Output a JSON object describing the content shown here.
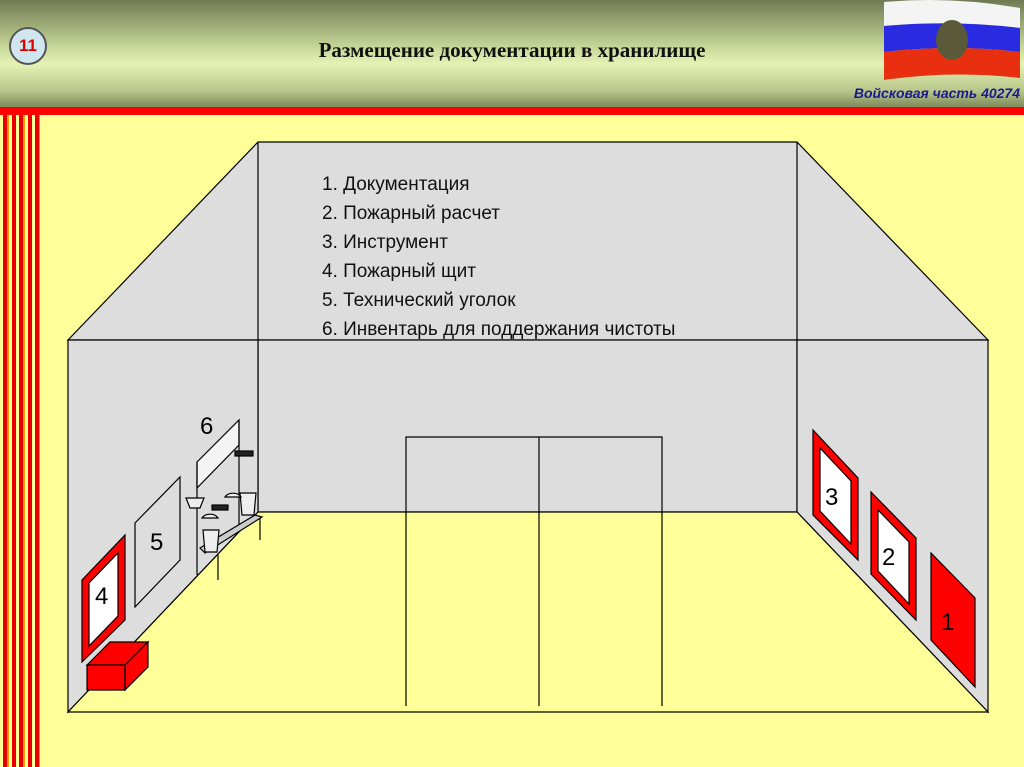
{
  "slide_number": "11",
  "title": "Размещение документации в хранилище",
  "unit": "Войсковая часть 40274",
  "legend": [
    "1. Документация",
    "2. Пожарный расчет",
    "3. Инструмент",
    "4. Пожарный щит",
    "5. Технический уголок",
    "6. Инвентарь для поддержания чистоты"
  ],
  "labels": {
    "n1": "1",
    "n2": "2",
    "n3": "3",
    "n4": "4",
    "n5": "5",
    "n6": "6"
  },
  "colors": {
    "red": "#ff0000",
    "wall": "#dddddd",
    "floor": "#ffff99"
  }
}
